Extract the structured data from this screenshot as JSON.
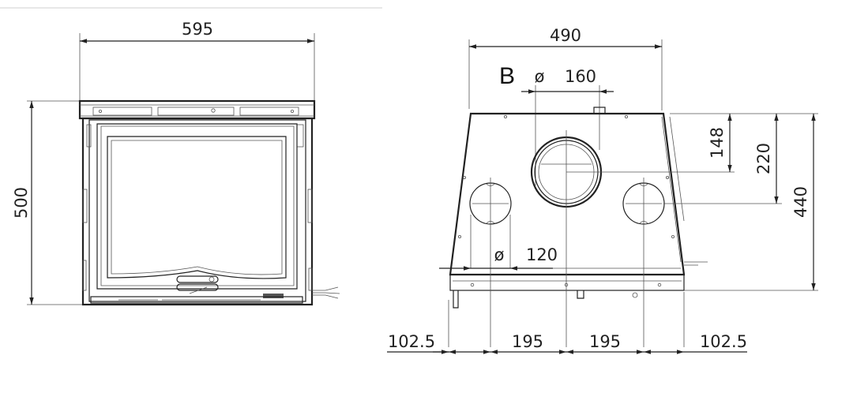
{
  "front_view": {
    "width_label": "595",
    "height_label": "500"
  },
  "side_view": {
    "section_letter": "B",
    "top_width_label": "490",
    "flue_diameter_symbol": "ø",
    "flue_diameter_label": "160",
    "flue_offset_label": "148",
    "side_outlet_offset_label": "220",
    "height_label": "440",
    "side_outlet_diameter_symbol": "ø",
    "side_outlet_diameter_label": "120",
    "bottom_dims": [
      "102.5",
      "195",
      "195",
      "102.5"
    ]
  }
}
